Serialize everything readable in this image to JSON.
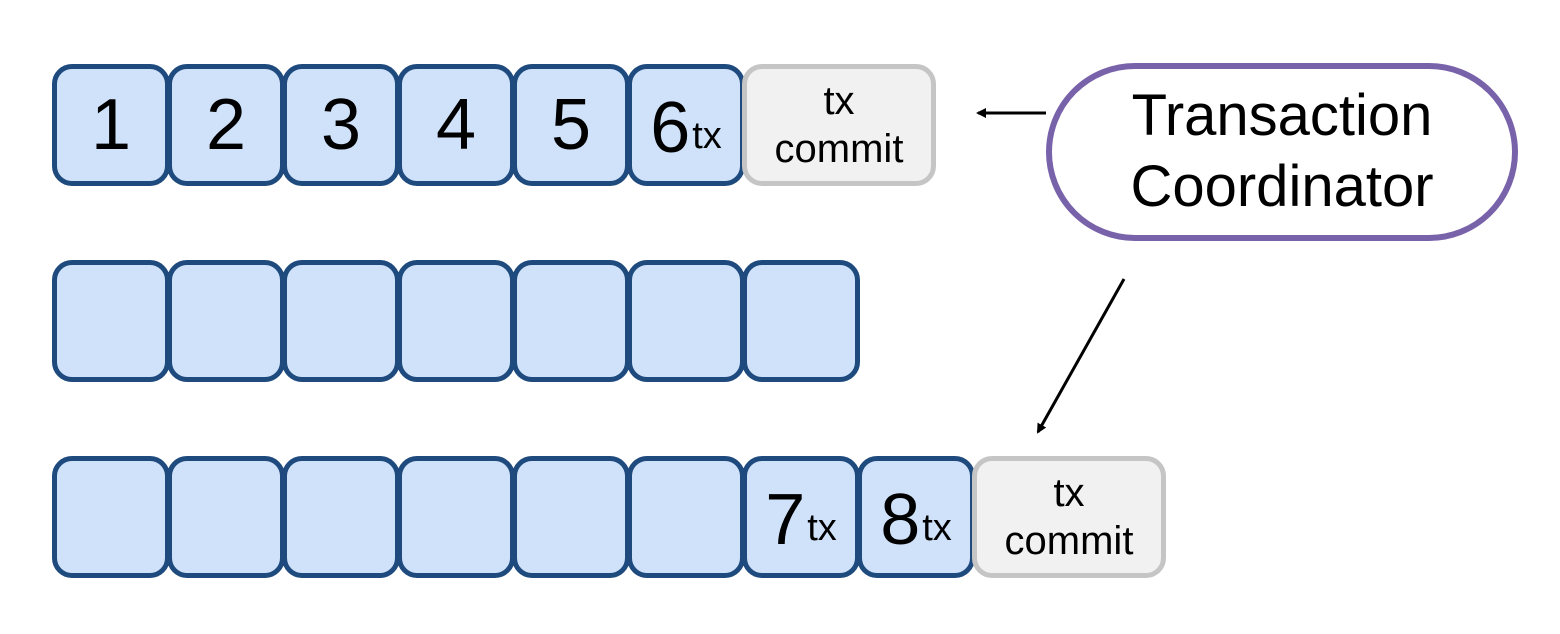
{
  "colors": {
    "cell_fill": "#cfe2fa",
    "cell_border": "#1e4a7e",
    "commit_fill": "#f1f1f1",
    "commit_border": "#c5c5c5",
    "coordinator_border": "#7862aa",
    "arrow": "#000000"
  },
  "row1": {
    "cells": [
      "1",
      "2",
      "3",
      "4",
      "5"
    ],
    "tx_cell": {
      "num": "6",
      "sub": "tx"
    },
    "commit": {
      "line1": "tx",
      "line2": "commit"
    }
  },
  "row3": {
    "tx_cells": [
      {
        "num": "7",
        "sub": "tx"
      },
      {
        "num": "8",
        "sub": "tx"
      }
    ],
    "commit": {
      "line1": "tx",
      "line2": "commit"
    }
  },
  "coordinator": {
    "line1": "Transaction",
    "line2": "Coordinator"
  }
}
